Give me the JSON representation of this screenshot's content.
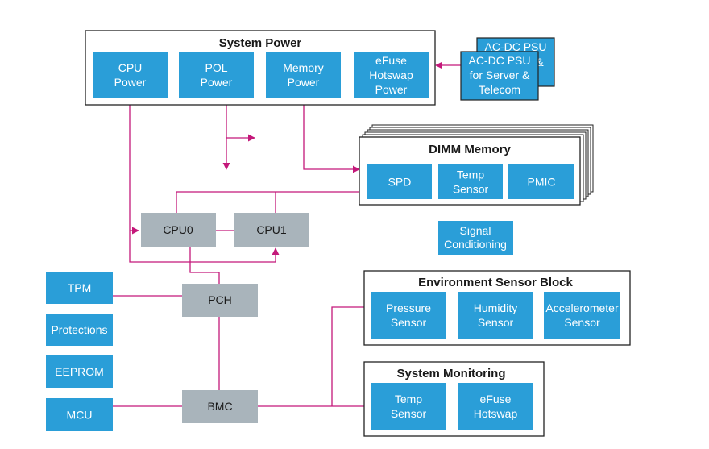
{
  "colors": {
    "blue": "#2a9ed8",
    "gray": "#a9b4bb",
    "line": "#c4187a",
    "frame": "#222222"
  },
  "system_power": {
    "title": "System Power",
    "blocks": [
      [
        "CPU",
        "Power"
      ],
      [
        "POL",
        "Power"
      ],
      [
        "Memory",
        "Power"
      ],
      [
        "eFuse",
        "Hotswap",
        "Power"
      ]
    ]
  },
  "psu": {
    "back": [
      "AC-DC PSU",
      "&"
    ],
    "front": [
      "AC-DC PSU",
      "for Server &",
      "Telecom"
    ]
  },
  "dimm": {
    "title": "DIMM Memory",
    "blocks": [
      [
        "SPD"
      ],
      [
        "Temp",
        "Sensor"
      ],
      [
        "PMIC"
      ]
    ]
  },
  "cpus": [
    "CPU0",
    "CPU1"
  ],
  "pch": "PCH",
  "bmc": "BMC",
  "signal_conditioning": [
    "Signal",
    "Conditioning"
  ],
  "left_blocks": [
    "TPM",
    "Protections",
    "EEPROM",
    "MCU"
  ],
  "env_sensor": {
    "title": "Environment Sensor Block",
    "blocks": [
      [
        "Pressure",
        "Sensor"
      ],
      [
        "Humidity",
        "Sensor"
      ],
      [
        "Accelerometer",
        "Sensor"
      ]
    ]
  },
  "sys_mon": {
    "title": "System Monitoring",
    "blocks": [
      [
        "Temp",
        "Sensor"
      ],
      [
        "eFuse",
        "Hotswap"
      ]
    ]
  }
}
